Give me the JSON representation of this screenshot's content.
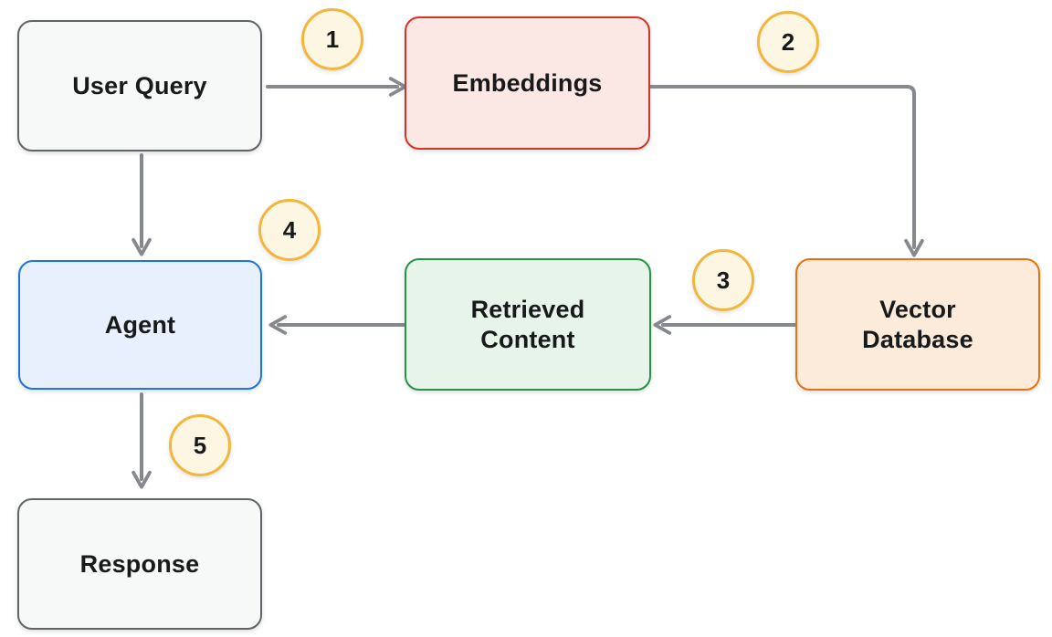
{
  "diagram": {
    "background_color": "#ffffff",
    "arrow_color": "#85898e",
    "badge_style": {
      "fill": "#fcf6e3",
      "border": "#f2b63c",
      "text_color": "#17191b"
    },
    "nodes": [
      {
        "id": "user-query",
        "label": "User Query",
        "fill": "#f7f8f8",
        "border": "#606468"
      },
      {
        "id": "embeddings",
        "label": "Embeddings",
        "fill": "#fbe7e3",
        "border": "#da3125"
      },
      {
        "id": "vector-database",
        "label": "Vector\nDatabase",
        "fill": "#fceadb",
        "border": "#e8710a"
      },
      {
        "id": "retrieved-content",
        "label": "Retrieved\nContent",
        "fill": "#e7f4ea",
        "border": "#249445"
      },
      {
        "id": "agent",
        "label": "Agent",
        "fill": "#e8f0fe",
        "border": "#1a73e8"
      },
      {
        "id": "response",
        "label": "Response",
        "fill": "#f7f8f8",
        "border": "#606468"
      }
    ],
    "edges": [
      {
        "from": "User Query",
        "to": "Embeddings",
        "step": "1"
      },
      {
        "from": "Embeddings",
        "to": "Vector Database",
        "step": "2"
      },
      {
        "from": "Vector Database",
        "to": "Retrieved Content",
        "step": "3"
      },
      {
        "from": "Retrieved Content",
        "to": "Agent",
        "step": "4"
      },
      {
        "from": "User Query",
        "to": "Agent",
        "step": ""
      },
      {
        "from": "Agent",
        "to": "Response",
        "step": "5"
      }
    ]
  }
}
